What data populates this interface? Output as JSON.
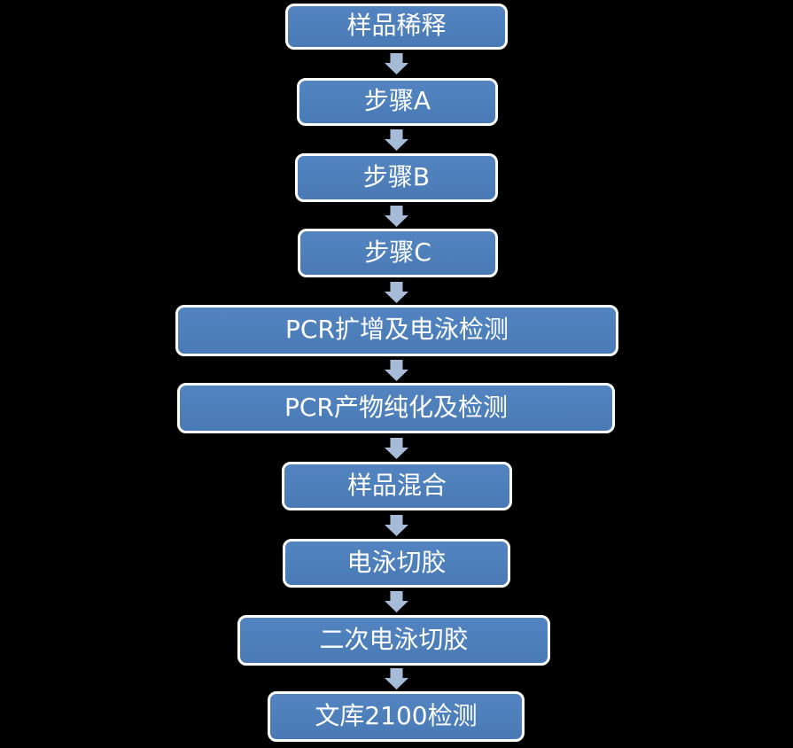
{
  "flowchart": {
    "colors": {
      "background": "#000000",
      "box_fill": "#4f81bd",
      "box_border": "#ffffff",
      "box_text": "#ffffff",
      "arrow": "#a6bbd8"
    },
    "steps": [
      {
        "label": "样品稀释"
      },
      {
        "label": "步骤A"
      },
      {
        "label": "步骤B"
      },
      {
        "label": "步骤C"
      },
      {
        "label": "PCR扩增及电泳检测"
      },
      {
        "label": "PCR产物纯化及检测"
      },
      {
        "label": "样品混合"
      },
      {
        "label": "电泳切胶"
      },
      {
        "label": "二次电泳切胶"
      },
      {
        "label": "文库2100检测"
      }
    ]
  }
}
